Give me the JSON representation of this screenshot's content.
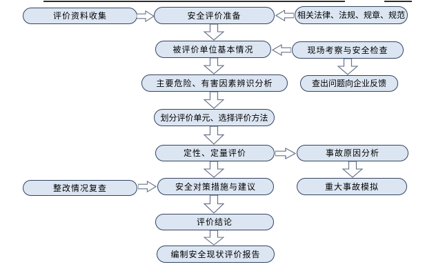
{
  "flowchart": {
    "nodes": {
      "collect": {
        "label": "评价资料收集"
      },
      "prepare": {
        "label": "安全评价准备"
      },
      "laws": {
        "label": "相关法律、法规、规章、规范"
      },
      "basic_info": {
        "label": "被评价单位基本情况"
      },
      "site_check": {
        "label": "现场考察与安全检查"
      },
      "hazard_analysis": {
        "label": "主要危险、有害因素辨识分析"
      },
      "feedback": {
        "label": "查出问题向企业反馈"
      },
      "divide_units": {
        "label": "划分评价单元、选择评价方法"
      },
      "evaluation": {
        "label": "定性、定量评价"
      },
      "accident_cause": {
        "label": "事故原因分析"
      },
      "countermeasures": {
        "label": "安全对策措施与建议"
      },
      "accident_simulation": {
        "label": "重大事故模拟"
      },
      "rectification_review": {
        "label": "整改情况复查"
      },
      "conclusion": {
        "label": "评价结论"
      },
      "report": {
        "label": "编制安全现状评价报告"
      }
    },
    "colors": {
      "node_fill": "#dce6f2",
      "node_border": "#31415f",
      "arrow_fill": "#fdfdfd",
      "arrow_stroke": "#67738a",
      "background": "#ffffff",
      "top_rule": "#2b2b2b"
    }
  }
}
